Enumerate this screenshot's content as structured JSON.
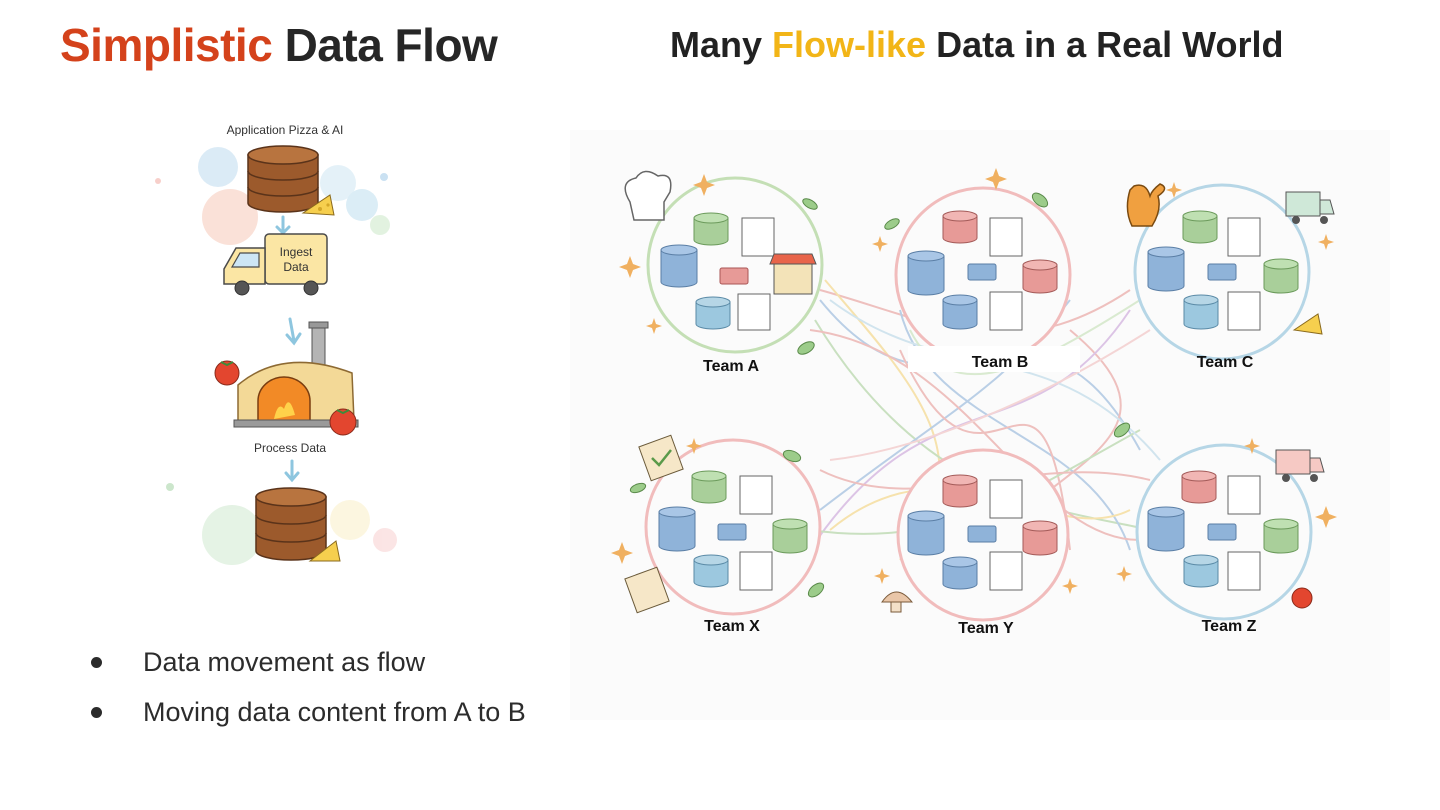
{
  "slide": {
    "left_title": {
      "accent": "Simplistic",
      "rest": " Data Flow",
      "accent_color": "#d4421b"
    },
    "right_title": {
      "before": "Many ",
      "accent": "Flow-like",
      "after": " Data in a Real World",
      "accent_color": "#f2b517"
    },
    "bullets": [
      {
        "text": "Data movement as flow"
      },
      {
        "text": "Moving data content from A to B"
      }
    ]
  },
  "simple_flow": {
    "top_caption": "Application Pizza & AI",
    "truck_label_line1": "Ingest",
    "truck_label_line2": "Data",
    "process_label": "Process Data"
  },
  "teams": {
    "a": "Team A",
    "b": "Team B",
    "c": "Team C",
    "x": "Team X",
    "y": "Team Y",
    "z": "Team Z"
  },
  "colors": {
    "db_blue": "#8fb3d9",
    "db_green": "#a9cf9a",
    "db_red": "#e79a97",
    "wood": "#9c5a2c",
    "circle_green": "#c4dfb5",
    "circle_red": "#f1bcbc",
    "circle_blue": "#b6d6e6"
  },
  "icons": [
    "chef-hat-icon",
    "oven-mitt-icon",
    "delivery-truck-icon",
    "clipboard-icon",
    "mushroom-icon",
    "tomato-icon",
    "cheese-icon",
    "basil-leaf-icon",
    "storefront-icon",
    "sparkle-icon"
  ]
}
